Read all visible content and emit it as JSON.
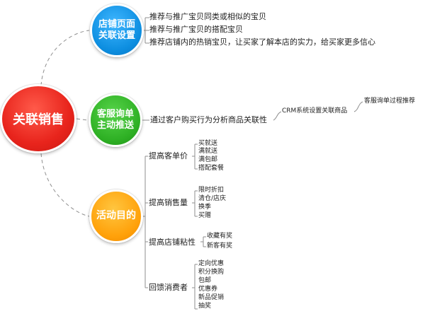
{
  "root": {
    "label": "关联销售"
  },
  "branches": [
    {
      "title_lines": [
        "店铺页面",
        "关联设置"
      ],
      "leaves": [
        "推荐与推广宝贝同类或相似的宝贝",
        "推荐与推广宝贝的搭配宝贝",
        "推荐店铺内的热销宝贝，让买家了解本店的实力，给买家更多信心"
      ]
    },
    {
      "title_lines": [
        "客服询单",
        "主动推送"
      ],
      "text": "通过客户购买行为分析商品关联性",
      "sub": "CRM系统设置关联商品",
      "subsub": "客服询单过程推荐"
    },
    {
      "title_lines": [
        "活动目的"
      ],
      "groups": [
        {
          "label": "提高客单价",
          "items": [
            "买就送",
            "满就送",
            "满包邮",
            "搭配套餐"
          ]
        },
        {
          "label": "提高销售量",
          "items": [
            "限时折扣",
            "清仓/店庆",
            "换季",
            "买赠"
          ]
        },
        {
          "label": "提高店铺粘性",
          "items": [
            "收藏有奖",
            "新客有奖"
          ]
        },
        {
          "label": "回馈消费者",
          "items": [
            "定向优惠",
            "积分换购",
            "包邮",
            "优惠券",
            "新品促销",
            "抽奖"
          ]
        }
      ]
    }
  ],
  "colors": {
    "root": "#e8241c",
    "branch_1": "#0d8ee0",
    "branch_2": "#2eb024",
    "branch_3": "#ffa10a",
    "connector": "#9a9a9a"
  }
}
